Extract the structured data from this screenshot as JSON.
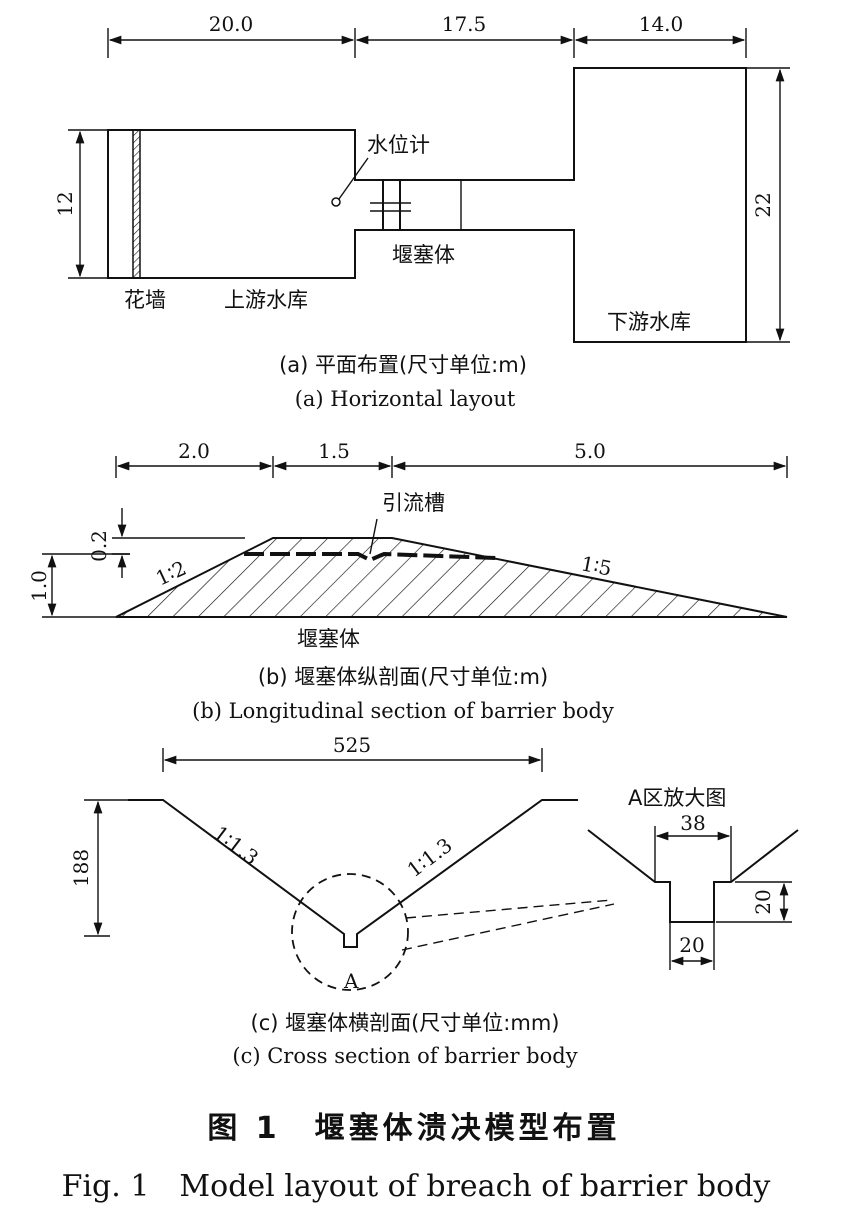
{
  "panel_a": {
    "dims": {
      "d1": "20.0",
      "d2": "17.5",
      "d3": "14.0",
      "left": "12",
      "right": "22"
    },
    "labels": {
      "gauge": "水位计",
      "dam": "堰塞体",
      "wall": "花墙",
      "upstream": "上游水库",
      "downstream": "下游水库"
    },
    "caption_cn": "(a) 平面布置(尺寸单位:m)",
    "caption_en": "(a) Horizontal layout"
  },
  "panel_b": {
    "dims": {
      "d1": "2.0",
      "d2": "1.5",
      "d3": "5.0",
      "h_small": "0.2",
      "h_big": "1.0"
    },
    "labels": {
      "channel": "引流槽",
      "slope_up": "1∶2",
      "slope_down": "1∶5",
      "body": "堰塞体"
    },
    "caption_cn": "(b) 堰塞体纵剖面(尺寸单位:m)",
    "caption_en": "(b) Longitudinal section of barrier body"
  },
  "panel_c": {
    "dims": {
      "width": "525",
      "height": "188",
      "detail_top": "38",
      "detail_h": "20",
      "detail_bottom": "20"
    },
    "labels": {
      "slope_left": "1∶1.3",
      "slope_right": "1∶1.3",
      "zone": "A",
      "detail_title": "A区放大图"
    },
    "caption_cn": "(c) 堰塞体横剖面(尺寸单位:mm)",
    "caption_en": "(c) Cross section of barrier body"
  },
  "figure": {
    "title_cn": "图 1　堰塞体溃决模型布置",
    "title_en": "Fig. 1　Model layout of breach of barrier body"
  }
}
